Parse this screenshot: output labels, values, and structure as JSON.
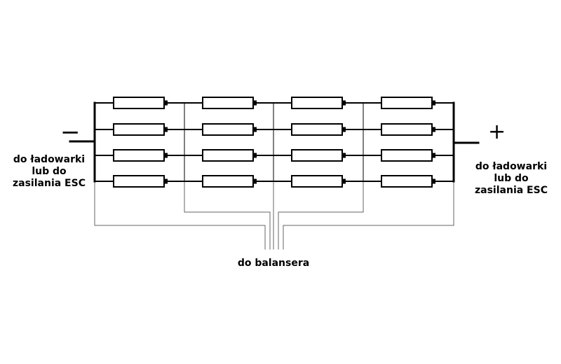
{
  "diagram": {
    "pack_layout": {
      "parallel_rows": 4,
      "series_groups": 4
    },
    "negative_terminal": {
      "symbol": "−",
      "label_lines": [
        "do ładowarki",
        "lub do",
        "zasilania ESC"
      ]
    },
    "positive_terminal": {
      "symbol": "+",
      "label_lines": [
        "do ładowarki",
        "lub do",
        "zasilania ESC"
      ]
    },
    "balancer": {
      "label": "do balansera"
    },
    "colors": {
      "main_wire": "#000000",
      "balance_wire": "#666666",
      "background": "#ffffff"
    }
  }
}
